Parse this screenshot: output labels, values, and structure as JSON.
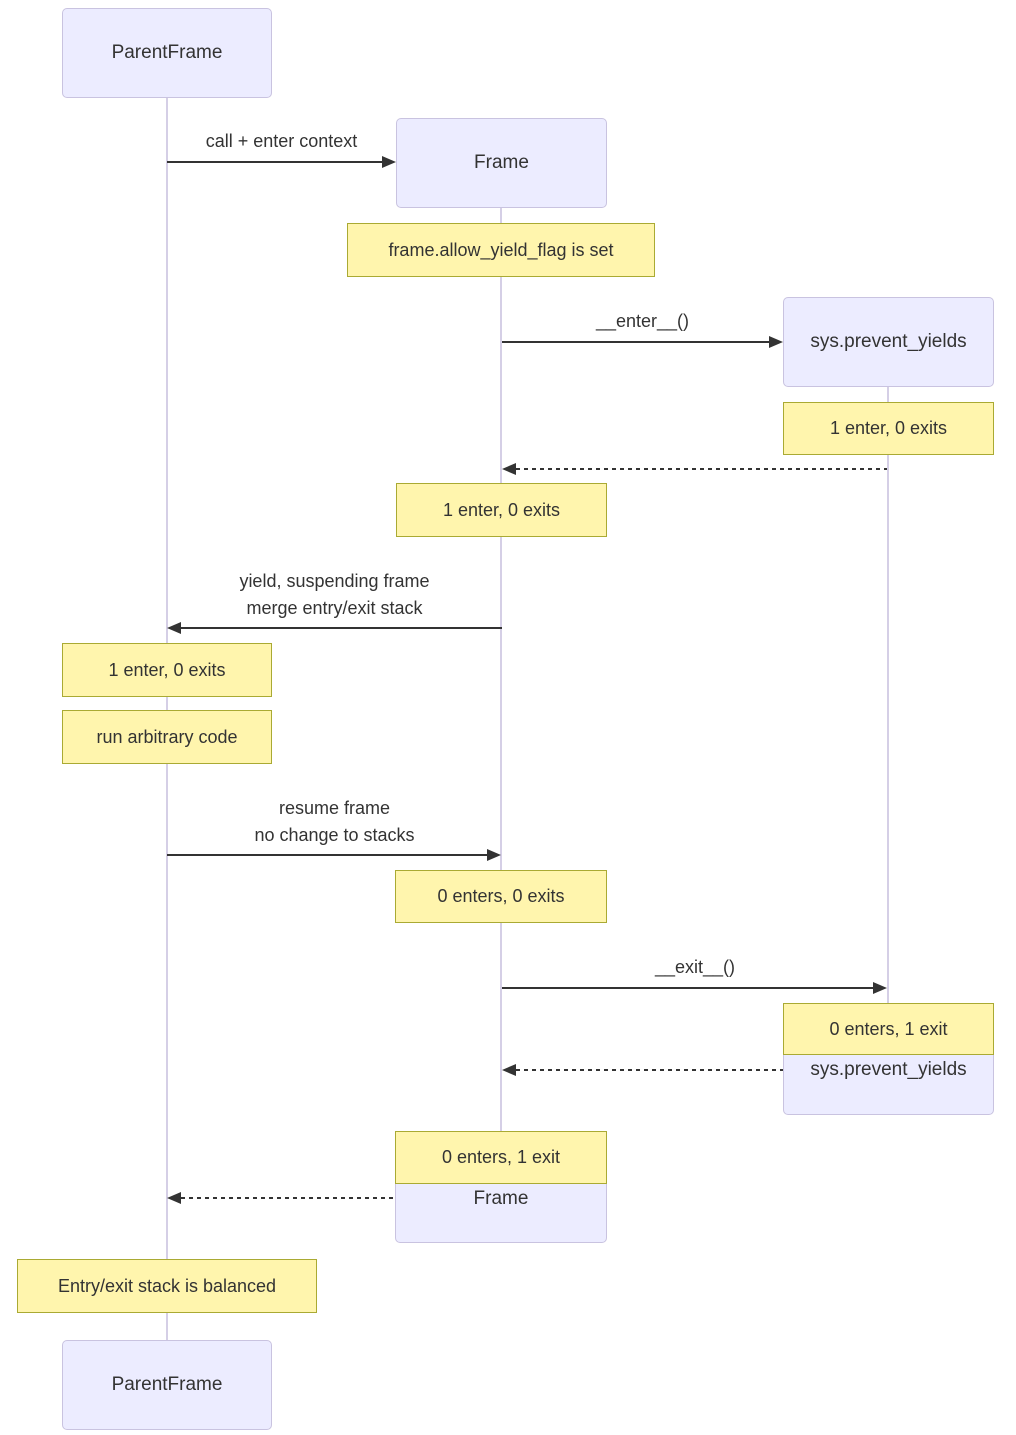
{
  "colors": {
    "actor_fill": "#ECECFF",
    "actor_border": "#c9c3e0",
    "note_fill": "#fff5ad",
    "note_border": "#aaaa33",
    "lifeline": "#d5cfe6",
    "arrow": "#333333",
    "text": "#333333"
  },
  "participants": [
    {
      "id": "parentframe-top",
      "label": "ParentFrame"
    },
    {
      "id": "frame-top",
      "label": "Frame"
    },
    {
      "id": "sys-prevent-yields-top",
      "label": "sys.prevent_yields"
    },
    {
      "id": "sys-prevent-yields-end",
      "label": "sys.prevent_yields"
    },
    {
      "id": "frame-end",
      "label": "Frame"
    },
    {
      "id": "parentframe-bottom",
      "label": "ParentFrame"
    }
  ],
  "messages": [
    {
      "label": "call + enter context",
      "type": "solid"
    },
    {
      "label": "__enter__()",
      "type": "solid"
    },
    {
      "label": "",
      "type": "dashed"
    },
    {
      "lines": [
        "yield, suspending frame",
        "merge entry/exit stack"
      ],
      "type": "solid"
    },
    {
      "lines": [
        "resume frame",
        "no change to stacks"
      ],
      "type": "solid"
    },
    {
      "label": "__exit__()",
      "type": "solid"
    },
    {
      "label": "",
      "type": "dashed"
    },
    {
      "label": "",
      "type": "dashed"
    }
  ],
  "notes": [
    {
      "text": "frame.allow_yield_flag is set"
    },
    {
      "text": "1 enter, 0 exits"
    },
    {
      "text": "1 enter, 0 exits"
    },
    {
      "text": "1 enter, 0 exits"
    },
    {
      "text": "run arbitrary code"
    },
    {
      "text": "0 enters, 0 exits"
    },
    {
      "text": "0 enters, 1 exit"
    },
    {
      "text": "0 enters, 1 exit"
    },
    {
      "text": "Entry/exit stack is balanced"
    }
  ]
}
